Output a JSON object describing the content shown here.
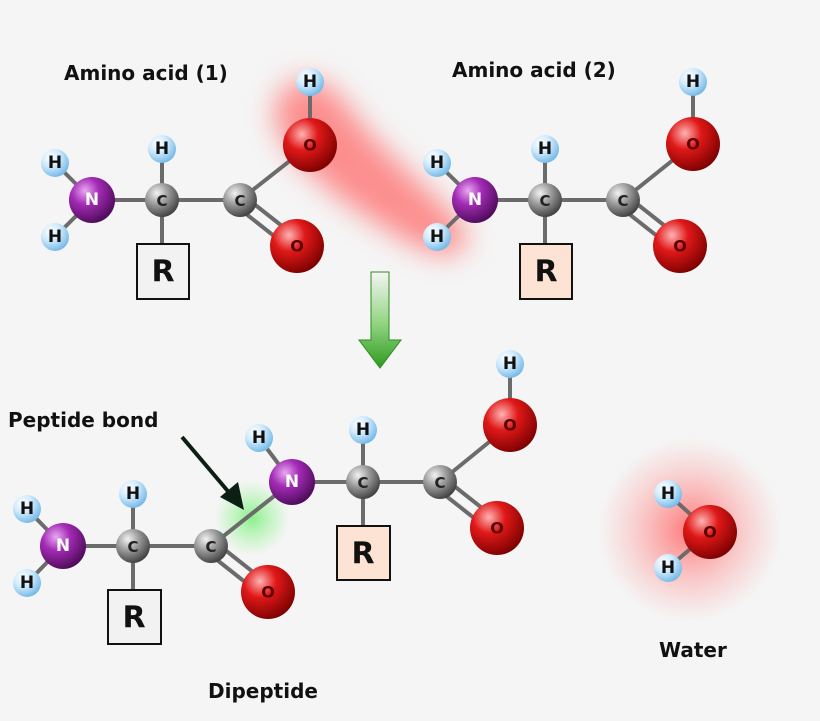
{
  "labels": {
    "amino_acid_1": "Amino acid (1)",
    "amino_acid_2": "Amino acid (2)",
    "peptide_bond": "Peptide bond",
    "dipeptide": "Dipeptide",
    "water": "Water"
  },
  "atoms": {
    "hydrogen": "H",
    "nitrogen": "N",
    "carbon": "C",
    "oxygen": "O",
    "side_chain": "R"
  },
  "colors": {
    "hydrogen": "#bfe3fb",
    "nitrogen": "#8e1f9e",
    "carbon": "#8a8a8a",
    "oxygen": "#d81414",
    "r_box_plain": "#f2f2f2",
    "r_box_highlight": "#fde3d3",
    "arrow": "#3ea82b",
    "removed_glow": "#ff6b6b",
    "bond_glow": "#8df08d"
  }
}
